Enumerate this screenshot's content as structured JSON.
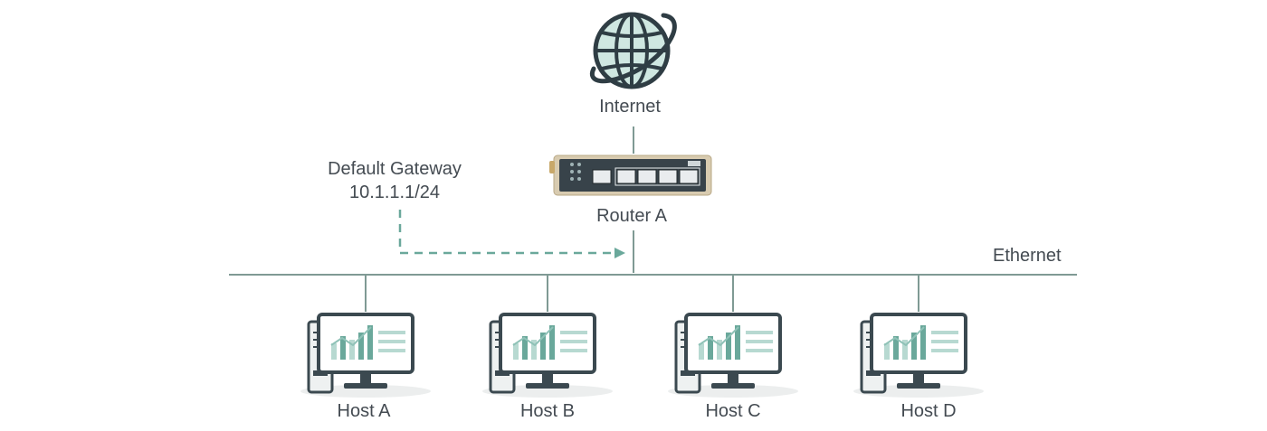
{
  "diagram": {
    "internet_label": "Internet",
    "router_label": "Router A",
    "gateway": {
      "line1": "Default Gateway",
      "line2": "10.1.1.1/24"
    },
    "network_label": "Ethernet",
    "hosts": [
      {
        "label": "Host A"
      },
      {
        "label": "Host B"
      },
      {
        "label": "Host C"
      },
      {
        "label": "Host D"
      }
    ],
    "icons": {
      "internet": "globe-icon",
      "router": "router-icon",
      "host": "desktop-computer-icon"
    },
    "colors": {
      "line": "#7f9a94",
      "accent": "#6aa89b",
      "accent_light": "#b7d9d1",
      "outline": "#3b4950",
      "text": "#444b52"
    }
  }
}
